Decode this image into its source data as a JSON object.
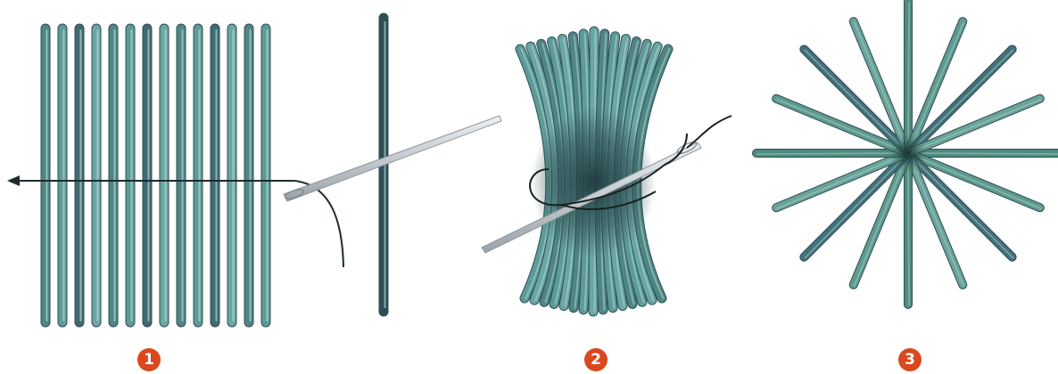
{
  "steps": [
    {
      "number": "1"
    },
    {
      "number": "2"
    },
    {
      "number": "3"
    }
  ],
  "colors": {
    "badge": "#d9481f",
    "strand_light": "#6aa6a4",
    "strand_dark": "#2f4d57",
    "needle": "#c8ccd0",
    "thread": "#222222"
  }
}
